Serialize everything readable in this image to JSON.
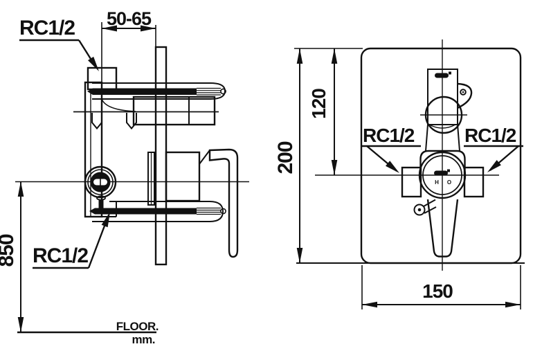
{
  "side_view": {
    "top_inlet_label": "RC1/2",
    "bottom_inlet_label": "RC1/2",
    "dim_wall_depth": "50-65",
    "dim_floor_to_center": "850",
    "floor_label": "FLOOR.",
    "unit_label": "mm."
  },
  "front_view": {
    "left_inlet_label": "RC1/2",
    "right_inlet_label": "RC1/2",
    "dim_overall_height": "200",
    "dim_top_to_valve_center": "120",
    "dim_plate_width": "150",
    "hot_mark": "H",
    "cold_mark": "O"
  },
  "colors": {
    "line": "#111111",
    "background": "#ffffff"
  }
}
